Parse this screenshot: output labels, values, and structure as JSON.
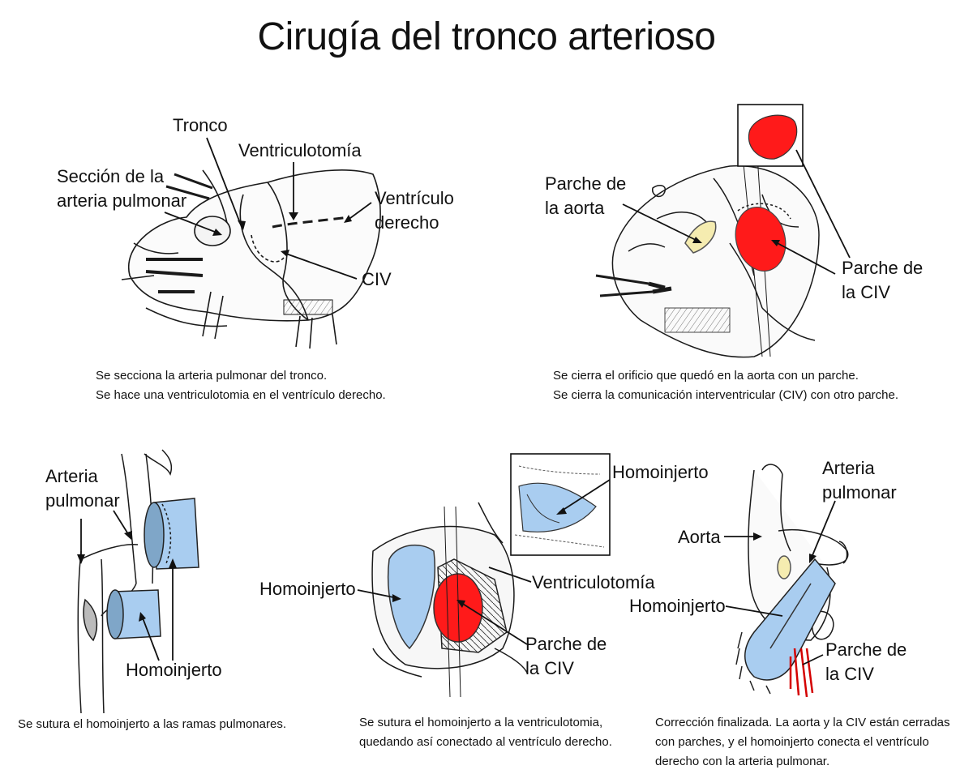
{
  "title": "Cirugía del tronco arterioso",
  "panel1": {
    "labels": {
      "tronco": "Tronco",
      "ventriculotomia": "Ventriculotomía",
      "seccion_line1": "Sección de la",
      "seccion_line2": "arteria pulmonar",
      "ventriculo_line1": "Ventrículo",
      "ventriculo_line2": "derecho",
      "civ": "CIV"
    },
    "caption": [
      "Se secciona la arteria pulmonar del tronco.",
      "Se hace una ventriculotomia en el ventrículo derecho."
    ]
  },
  "panel2": {
    "labels": {
      "parche_aorta_line1": "Parche de",
      "parche_aorta_line2": "la aorta",
      "parche_civ_line1": "Parche de",
      "parche_civ_line2": "la CIV"
    },
    "caption": [
      "Se cierra el orificio que quedó en la aorta con un parche.",
      "Se cierra la comunicación interventricular (CIV) con otro parche."
    ]
  },
  "panel3": {
    "labels": {
      "arteria_line1": "Arteria",
      "arteria_line2": "pulmonar",
      "homoinjerto": "Homoinjerto"
    },
    "caption": [
      "Se sutura el homoinjerto a las ramas pulmonares."
    ]
  },
  "panel4": {
    "labels": {
      "homoinjerto_inset": "Homoinjerto",
      "homoinjerto_left": "Homoinjerto",
      "ventriculotomia": "Ventriculotomía",
      "parche_civ_line1": "Parche de",
      "parche_civ_line2": "la CIV"
    },
    "caption": [
      "Se sutura el homoinjerto a la ventriculotomia,",
      "quedando así conectado al ventrículo derecho."
    ]
  },
  "panel5": {
    "labels": {
      "arteria_line1": "Arteria",
      "arteria_line2": "pulmonar",
      "aorta": "Aorta",
      "homoinjerto": "Homoinjerto",
      "parche_civ_line1": "Parche de",
      "parche_civ_line2": "la CIV"
    },
    "caption": [
      "Corrección finalizada. La aorta y la CIV están cerradas",
      "con parches, y el homoinjerto conecta el ventrículo",
      "derecho con la arteria pulmonar."
    ]
  },
  "colors": {
    "patch_red": "#ff1a1a",
    "graft_blue": "#a9cdf0",
    "aortic_patch_yellow": "#f5ecb0",
    "line": "#1a1a1a"
  }
}
